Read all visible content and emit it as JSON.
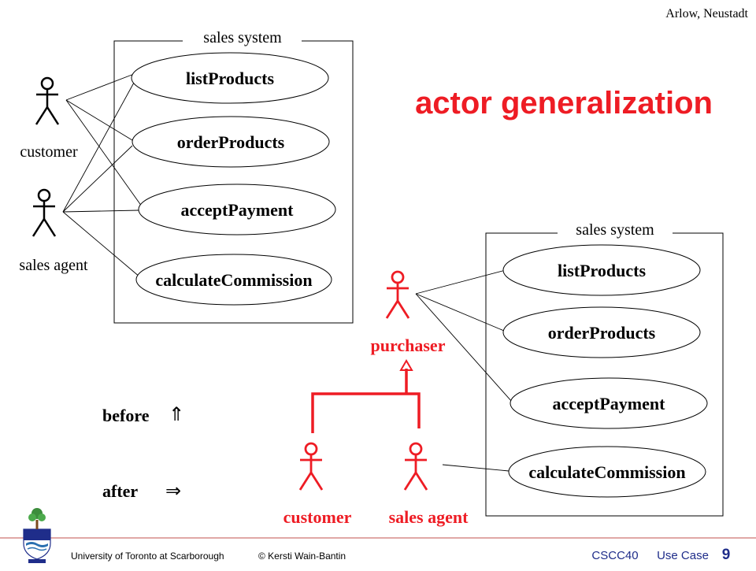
{
  "attribution": "Arlow, Neustadt",
  "title": "actor generalization",
  "colors": {
    "accent": "#ee1c24",
    "text": "#000000",
    "footer_blue": "#1f2d8a",
    "footer_rule": "#c0504d"
  },
  "before_diagram": {
    "boundary_label": "sales system",
    "use_cases": [
      "listProducts",
      "orderProducts",
      "acceptPayment",
      "calculateCommission"
    ],
    "actors": [
      {
        "label": "customer",
        "icon": "stick-figure-icon"
      },
      {
        "label": "sales agent",
        "icon": "stick-figure-icon"
      }
    ]
  },
  "after_diagram": {
    "boundary_label": "sales system",
    "use_cases": [
      "listProducts",
      "orderProducts",
      "acceptPayment",
      "calculateCommission"
    ],
    "parent_actor": {
      "label": "purchaser",
      "icon": "stick-figure-icon"
    },
    "child_actors": [
      {
        "label": "customer",
        "icon": "stick-figure-icon"
      },
      {
        "label": "sales agent",
        "icon": "stick-figure-icon"
      }
    ]
  },
  "legend": {
    "before_label": "before",
    "before_arrow": "⇑",
    "after_label": "after",
    "after_arrow": "⇒"
  },
  "footer": {
    "institution": "University of Toronto at Scarborough",
    "copyright": "© Kersti Wain-Bantin",
    "course": "CSCC40",
    "topic": "Use Case",
    "page_number": "9",
    "logo_icon": "university-crest-icon"
  }
}
